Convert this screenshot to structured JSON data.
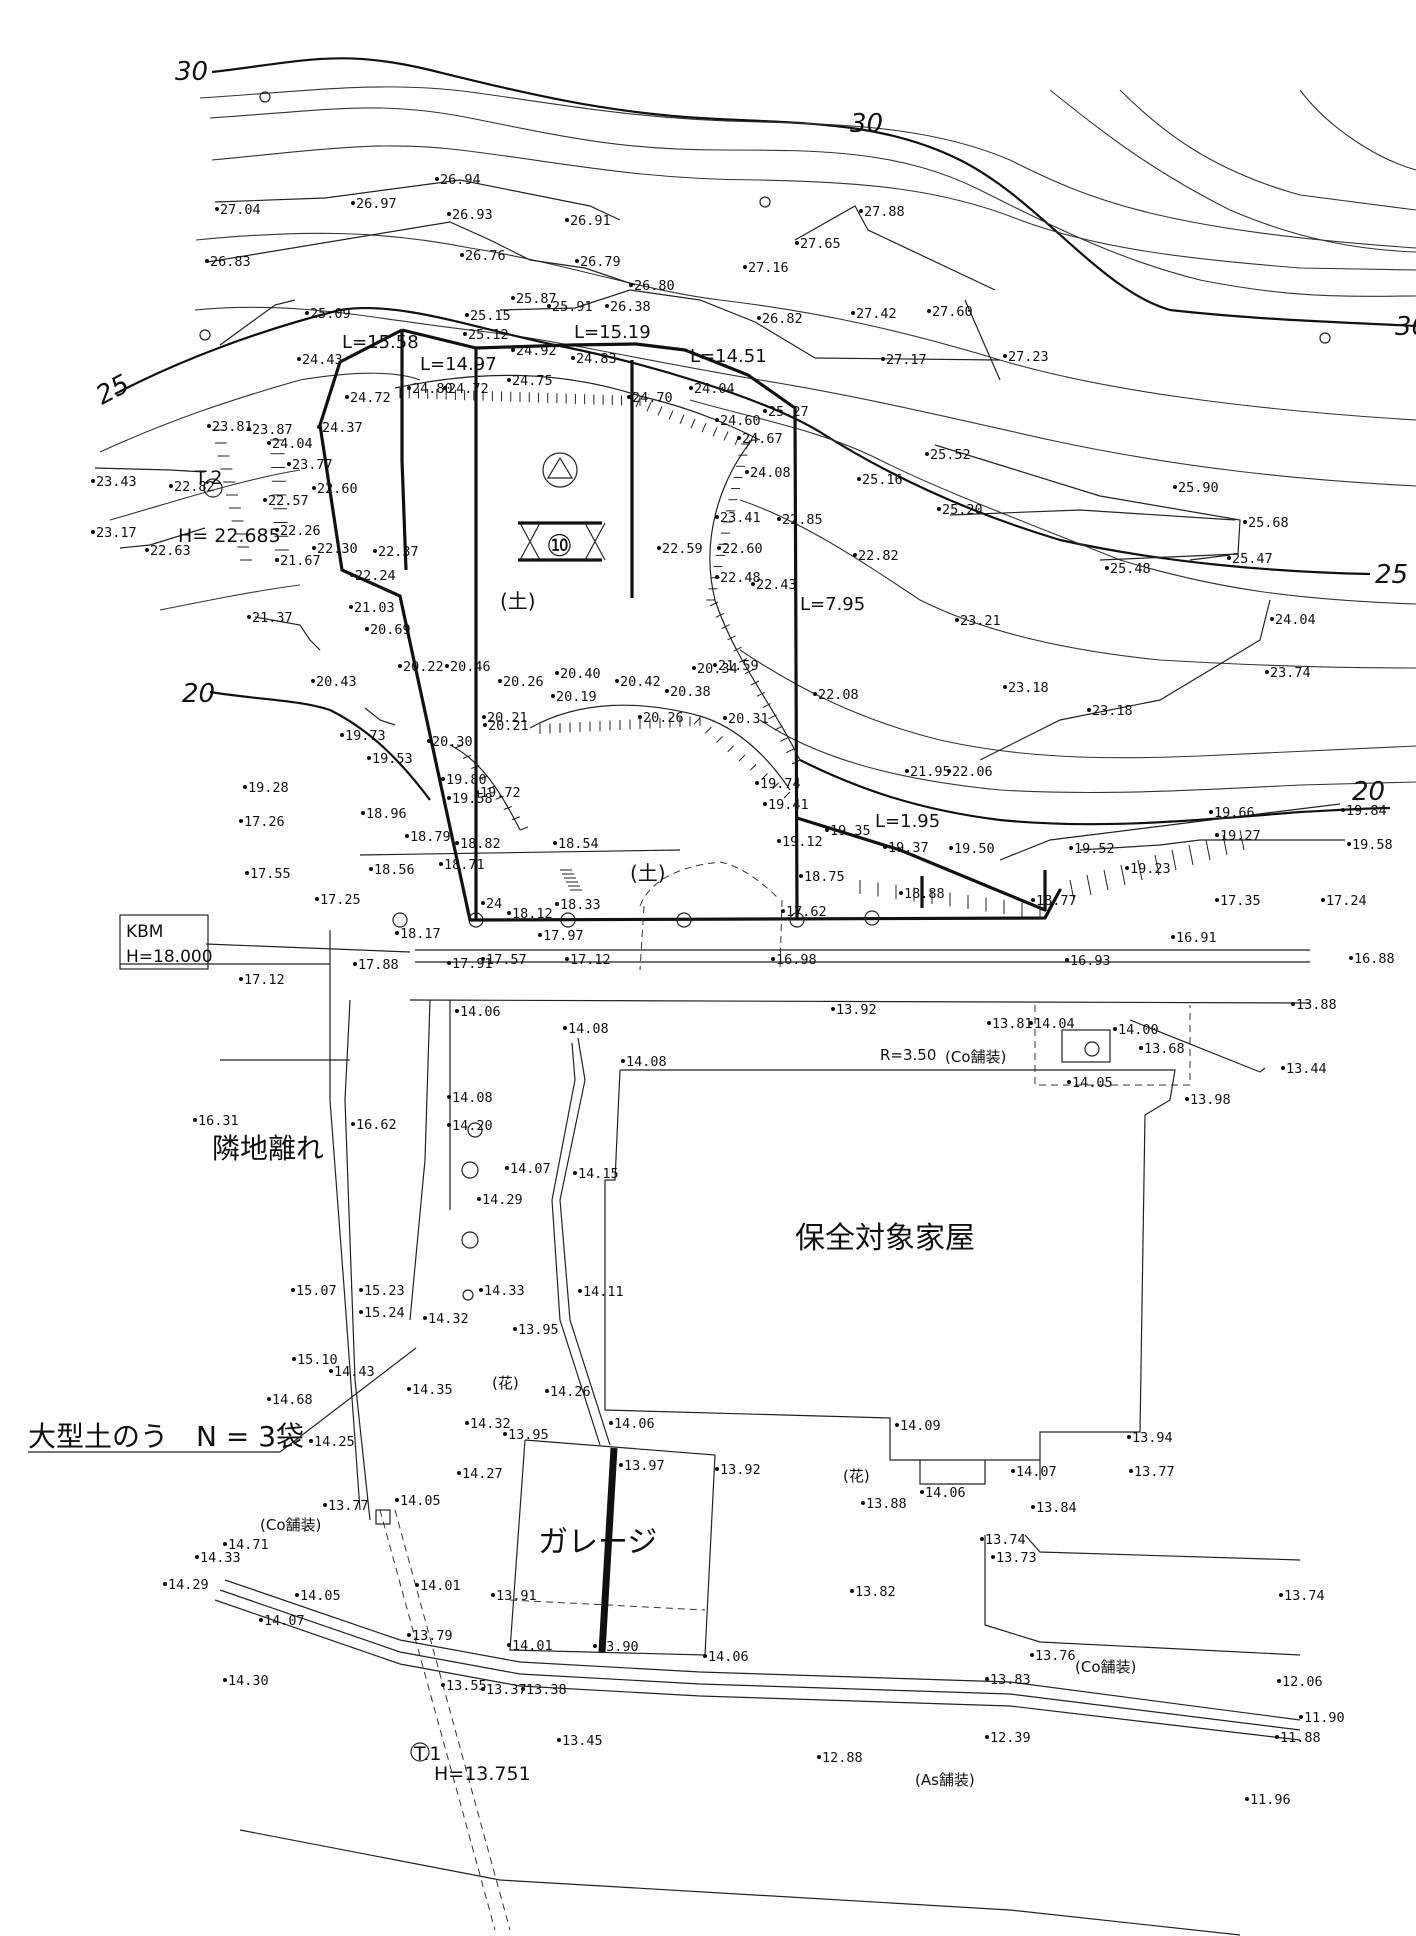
{
  "labels": {
    "contour_30_a": "30",
    "contour_30_b": "30",
    "contour_30_c": "30",
    "contour_25_a": "25",
    "contour_25_b": "25",
    "contour_20_a": "20",
    "contour_20_b": "20",
    "t2_name": "T.2",
    "t2_height": "H= 22.685",
    "t1_name": "T.1",
    "t1_height": "H=13.751",
    "kbm_name": "KBM",
    "kbm_height": "H=18.000",
    "l1": "L=15.58",
    "l2": "L=14.97",
    "l3": "L=15.19",
    "l4": "L=14.51",
    "l5": "L=7.95",
    "l6": "L=1.95",
    "site_number": "⑩",
    "soil_a": "(土)",
    "soil_b": "(土)",
    "neighbor": "隣地離れ",
    "sandbag": "大型土のう　N = 3袋",
    "house": "保全対象家屋",
    "garage": "ガレージ",
    "radius": "R=3.50",
    "co_pave_1": "(Co舗装)",
    "co_pave_2": "(Co舗装)",
    "co_pave_3": "(Co舗装)",
    "as_pave": "(As舗装)",
    "flower_1": "(花)",
    "flower_2": "(花)"
  },
  "elevations": [
    "27.04",
    "26.97",
    "26.94",
    "26.93",
    "26.91",
    "27.65",
    "27.88",
    "27.16",
    "26.83",
    "26.76",
    "26.79",
    "26.80",
    "25.87",
    "25.91",
    "26.38",
    "25.09",
    "25.15",
    "25.12",
    "26.82",
    "27.42",
    "27.60",
    "24.43",
    "24.92",
    "24.83",
    "27.17",
    "27.23",
    "24.72",
    "24.80",
    "24.72",
    "24.75",
    "24.70",
    "24.04",
    "25.27",
    "24.60",
    "23.81",
    "23.87",
    "24.04",
    "24.37",
    "24.67",
    "25.52",
    "23.43",
    "22.82",
    "23.77",
    "24.08",
    "25.16",
    "22.57",
    "22.60",
    "25.90",
    "25.20",
    "23.41",
    "22.85",
    "25.68",
    "23.17",
    "22.63",
    "22.26",
    "22.30",
    "22.37",
    "22.59",
    "22.60",
    "25.48",
    "25.47",
    "21.67",
    "22.24",
    "22.48",
    "22.82",
    "21.03",
    "22.43",
    "23.21",
    "21.37",
    "20.69",
    "24.04",
    "20.22",
    "20.46",
    "21.59",
    "23.74",
    "20.43",
    "20.40",
    "20.42",
    "20.34",
    "22.08",
    "23.18",
    "20.26",
    "20.38",
    "20.19",
    "20.26",
    "20.21",
    "20.31",
    "23.18",
    "19.73",
    "20.30",
    "19.53",
    "20.21",
    "21.95",
    "22.06",
    "19.80",
    "19.74",
    "19.28",
    "18.96",
    "19.58",
    "19.72",
    "19.41",
    "19.66",
    "19.84",
    "17.26",
    "19.35",
    "19.37",
    "19.50",
    "19.52",
    "19.27",
    "19.58",
    "18.79",
    "18.82",
    "18.54",
    "19.12",
    "19.23",
    "17.55",
    "18.56",
    "18.71",
    "18.75",
    "17.25",
    "18.33",
    "18.88",
    "18.77",
    "17.35",
    "17.24",
    "24",
    "18.12",
    "17.62",
    "18.17",
    "17.97",
    "16.91",
    "17.12",
    "17.88",
    "17.91",
    "17.57",
    "17.12",
    "16.98",
    "16.93",
    "16.88",
    "14.06",
    "13.92",
    "13.81",
    "14.04",
    "14.00",
    "13.88",
    "14.08",
    "14.08",
    "R=3.50",
    "13.68",
    "13.44",
    "14.05",
    "14.08",
    "13.98",
    "16.31",
    "16.62",
    "14.20",
    "14.07",
    "14.15",
    "14.29",
    "15.07",
    "15.23",
    "14.33",
    "14.11",
    "15.24",
    "14.32",
    "13.95",
    "15.10",
    "14.43",
    "14.35",
    "14.26",
    "14.68",
    "14.32",
    "14.06",
    "14.09",
    "13.94",
    "14.25",
    "13.95",
    "13.97",
    "13.92",
    "14.07",
    "13.77",
    "14.27",
    "14.06",
    "13.88",
    "13.84",
    "13.77",
    "14.05",
    "14.71",
    "14.33",
    "14.01",
    "13.91",
    "13.82",
    "13.74",
    "14.29",
    "14.05",
    "13.73",
    "13.74",
    "14.07",
    "13.79",
    "14.01",
    "13.90",
    "14.06",
    "13.76",
    "14.30",
    "13.55",
    "13.37",
    "13.38",
    "13.83",
    "12.06",
    "12.39",
    "11.90",
    "11.88",
    "13.45",
    "12.88",
    "11.96"
  ]
}
